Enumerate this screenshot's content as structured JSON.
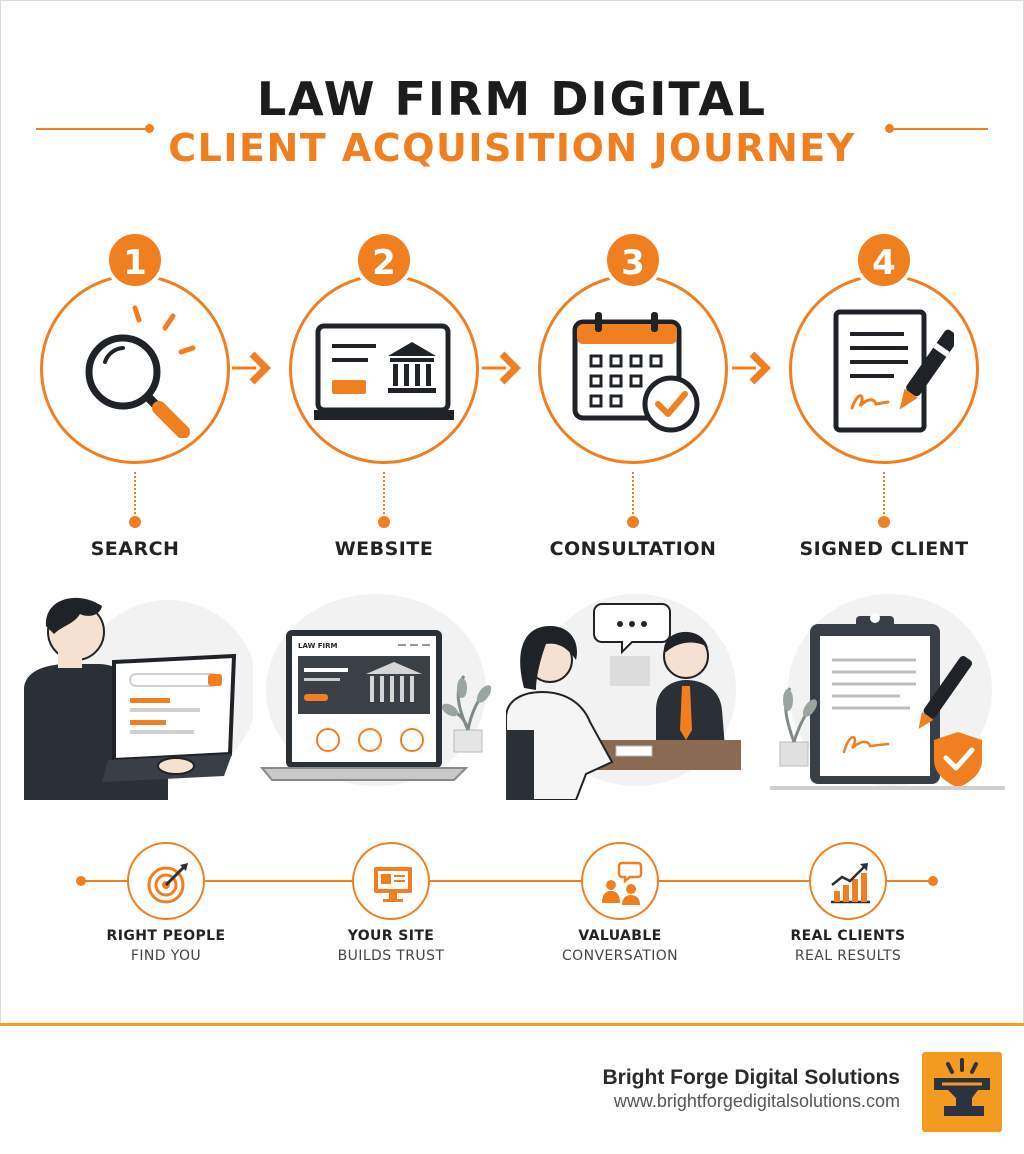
{
  "title": {
    "line1": "LAW FIRM DIGITAL",
    "line2": "CLIENT ACQUISITION JOURNEY"
  },
  "steps": [
    {
      "number": "1",
      "label": "SEARCH",
      "icon": "magnifier-icon"
    },
    {
      "number": "2",
      "label": "WEBSITE",
      "icon": "laptop-courthouse-icon"
    },
    {
      "number": "3",
      "label": "CONSULTATION",
      "icon": "calendar-check-icon"
    },
    {
      "number": "4",
      "label": "SIGNED CLIENT",
      "icon": "contract-pen-icon"
    }
  ],
  "scenes": {
    "website_brand": "LAW FIRM"
  },
  "benefits": [
    {
      "line1": "RIGHT PEOPLE",
      "line2": "FIND YOU",
      "icon": "target-icon"
    },
    {
      "line1": "YOUR SITE",
      "line2": "BUILDS TRUST",
      "icon": "monitor-icon"
    },
    {
      "line1": "VALUABLE",
      "line2": "CONVERSATION",
      "icon": "chat-people-icon"
    },
    {
      "line1": "REAL CLIENTS",
      "line2": "REAL RESULTS",
      "icon": "growth-chart-icon"
    }
  ],
  "footer": {
    "company": "Bright Forge Digital Solutions",
    "url": "www.brightforgedigitalsolutions.com"
  },
  "colors": {
    "accent": "#f07f1f",
    "dark": "#1f2328",
    "footer_rule": "#f39a21"
  }
}
